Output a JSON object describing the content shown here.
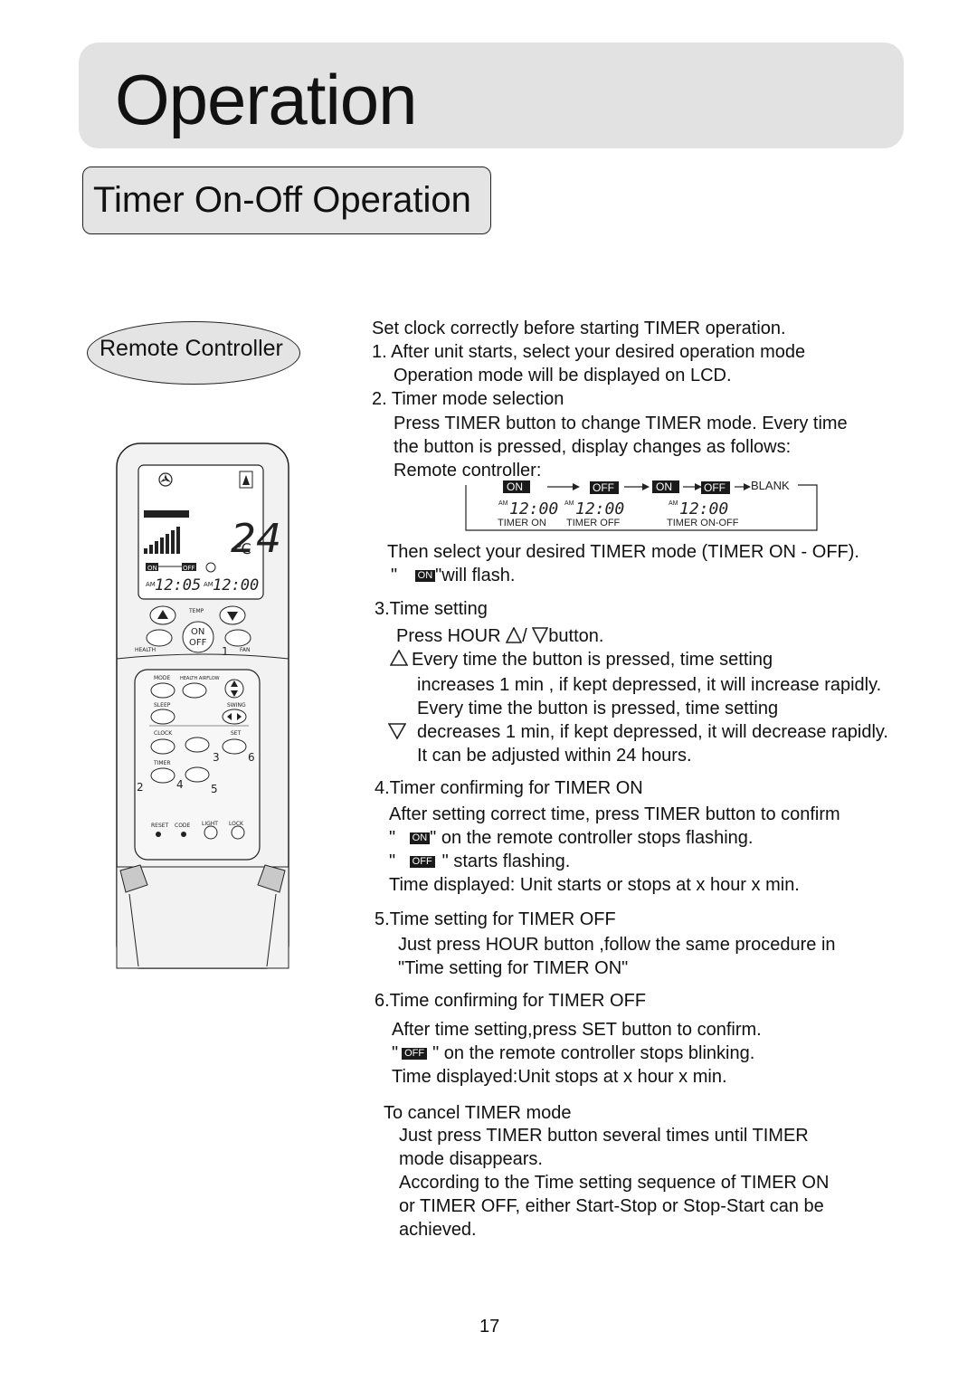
{
  "header": {
    "title": "Operation"
  },
  "section": {
    "title": "Timer On-Off Operation"
  },
  "remote": {
    "label": "Remote Controller",
    "temp": "24",
    "temp_unit": "℃",
    "lcd_on": "ON",
    "lcd_off": "OFF",
    "time_am_1": "AM",
    "time_1": "12:05",
    "time_am_2": "AM",
    "time_2": "12:00",
    "btn_temp": "TEMP",
    "btn_on": "ON",
    "btn_off": "OFF",
    "btn_health": "HEALTH",
    "btn_fan": "FAN",
    "btn_mode": "MODE",
    "btn_health_airflow": "HEALTH AIRFLOW",
    "btn_sleep": "SLEEP",
    "btn_swing": "SWING",
    "btn_clock": "CLOCK",
    "btn_set": "SET",
    "btn_timer": "TIMER",
    "btn_reset": "RESET",
    "btn_code": "CODE",
    "btn_light": "LIGHT",
    "btn_lock": "LOCK",
    "step_markers": [
      "1",
      "2",
      "3",
      "4",
      "5",
      "6"
    ]
  },
  "instructions": {
    "intro": "Set clock correctly before starting TIMER operation.",
    "s1_a": "1. After unit starts, select your desired operation mode",
    "s1_b": "Operation mode will be displayed on LCD.",
    "s2_h": "2. Timer mode selection",
    "s2_a": "Press TIMER button to change TIMER mode. Every time",
    "s2_b": "the button is pressed, display changes as follows:",
    "s2_c": "Remote controller:",
    "then_a": "Then select your desired TIMER mode (TIMER ON - OFF).",
    "then_b_pre": "\"",
    "then_b_post": "\"will flash.",
    "s3_h": "3.Time setting",
    "s3_a_pre": "Press HOUR",
    "s3_a_mid": "/",
    "s3_a_post": "button.",
    "s3_b": "Every time the button is pressed, time setting",
    "s3_c": "increases 1 min , if kept depressed, it will increase  rapidly.",
    "s3_d": "Every time the button is pressed, time setting",
    "s3_e": "decreases 1 min, if kept depressed, it will decrease  rapidly.",
    "s3_f": "It can be adjusted within 24 hours.",
    "s4_h": "4.Timer confirming for TIMER ON",
    "s4_a": "After setting correct time, press TIMER button to confirm",
    "s4_b": "\" on the remote controller stops flashing.",
    "s4_c": "\" starts flashing.",
    "s4_d": "Time displayed: Unit starts or stops at x hour x min.",
    "s5_h": "5.Time setting for TIMER OFF",
    "s5_a": "Just press HOUR button ,follow the same procedure in",
    "s5_b": "\"Time setting for TIMER ON\"",
    "s6_h": "6.Time confirming for TIMER OFF",
    "s6_a": "After time setting,press SET button to confirm.",
    "s6_b": "\" on the remote controller stops blinking.",
    "s6_c": "Time displayed:Unit stops at x hour x min.",
    "c_h": "To cancel TIMER mode",
    "c_a": "Just press TIMER button several times until TIMER",
    "c_b": "mode disappears.",
    "c_c": "According to the Time setting sequence of TIMER ON",
    "c_d": "or TIMER OFF, either Start-Stop or Stop-Start can be",
    "c_e": "achieved.",
    "quote": "\""
  },
  "diagram": {
    "on": "ON",
    "off": "OFF",
    "blank": "BLANK",
    "am": "AM",
    "time": "12:00",
    "cap1": "TIMER ON",
    "cap2": "TIMER OFF",
    "cap3": "TIMER ON-OFF"
  },
  "badges": {
    "on": "ON",
    "off": "OFF"
  },
  "footer": {
    "page_number": "17"
  }
}
